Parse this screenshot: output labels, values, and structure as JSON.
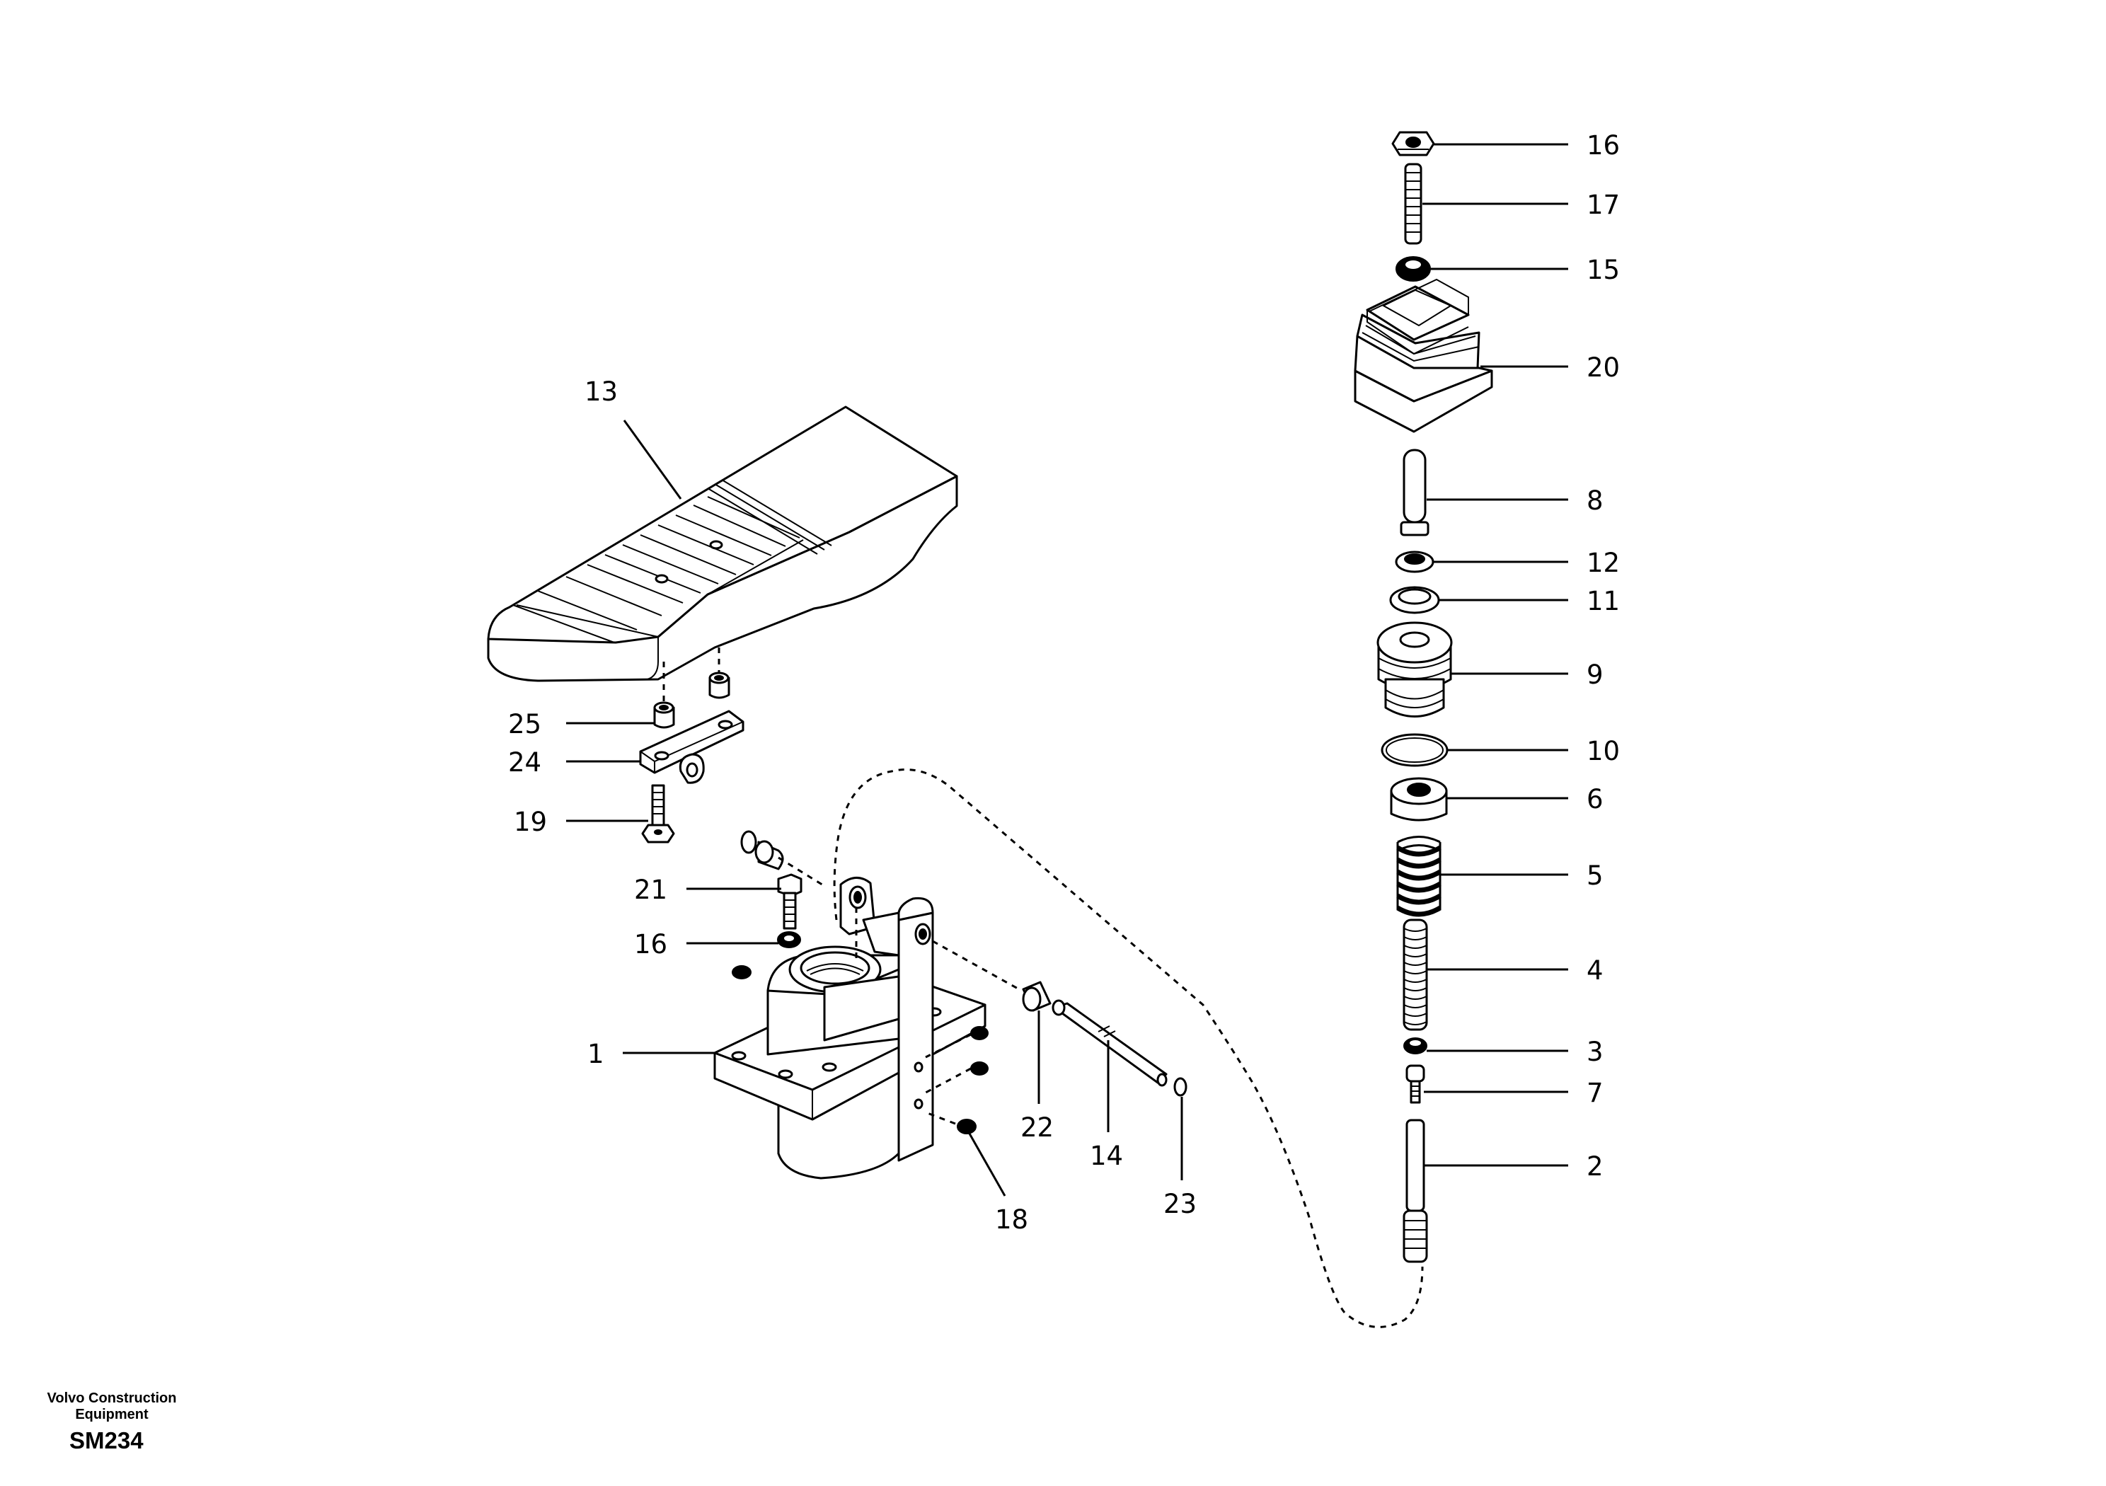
{
  "figure": {
    "callouts": [
      "16",
      "17",
      "15",
      "20",
      "8",
      "12",
      "11",
      "9",
      "10",
      "6",
      "5",
      "4",
      "3",
      "7",
      "2",
      "13",
      "25",
      "24",
      "19",
      "21",
      "16",
      "1",
      "22",
      "14",
      "23",
      "18"
    ]
  },
  "footer": {
    "brand_line1": "Volvo Construction",
    "brand_line2": "Equipment",
    "drawing_code": "SM234"
  }
}
